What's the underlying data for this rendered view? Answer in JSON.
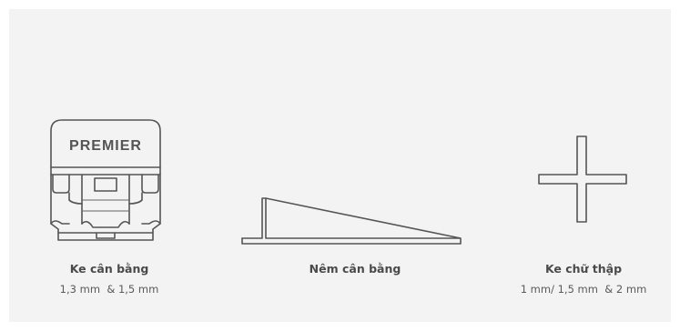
{
  "products": [
    {
      "id": "leveling-clip",
      "icon": "leveling-clip-icon",
      "name": "Ke cân bằng",
      "sizes": "1,3 mm  & 1,5 mm",
      "brand_text": "PREMIER"
    },
    {
      "id": "leveling-wedge",
      "icon": "leveling-wedge-icon",
      "name": "Nêm cân bằng",
      "sizes": ""
    },
    {
      "id": "cross-spacer",
      "icon": "cross-spacer-icon",
      "name": "Ke chữ thập",
      "sizes": "1 mm/ 1,5 mm  & 2 mm"
    }
  ],
  "colors": {
    "panel_background": "#f3f3f3",
    "line": "#555555",
    "text": "#4a4a4a"
  }
}
